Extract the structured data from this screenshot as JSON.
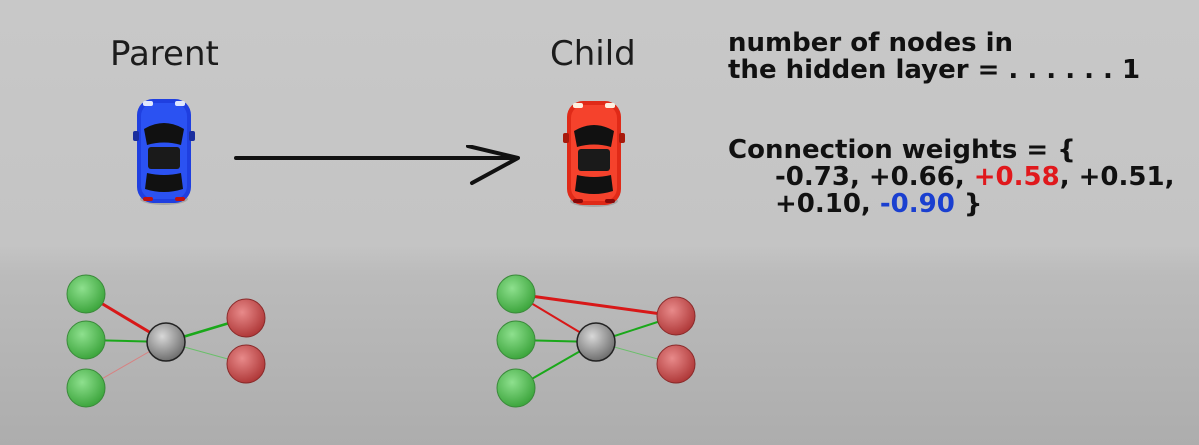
{
  "labels": {
    "parent": "Parent",
    "child": "Child"
  },
  "hidden_layer": {
    "line1": "number of nodes in",
    "line2": "the hidden layer = . . . . . . 1"
  },
  "weights": {
    "heading": "Connection weights = {",
    "w1": "-0.73,",
    "w2": "+0.66,",
    "w3": "+0.58",
    "w4": ", +0.51,",
    "w5": "+0.10,",
    "w6": "-0.90",
    "close": " }"
  },
  "colors": {
    "background_top": "#c6c6c6",
    "background_bottom": "#b0b0b0",
    "parent_car": "#1f3fe0",
    "child_car": "#f0301e",
    "input_node": "#5cbf5c",
    "hidden_node": "#9a9a9a",
    "output_node": "#c85050",
    "positive_weight": "#1aa81a",
    "negative_weight": "#d81818",
    "highlight_positive": "#e0181c",
    "highlight_negative": "#1a3fd0"
  }
}
